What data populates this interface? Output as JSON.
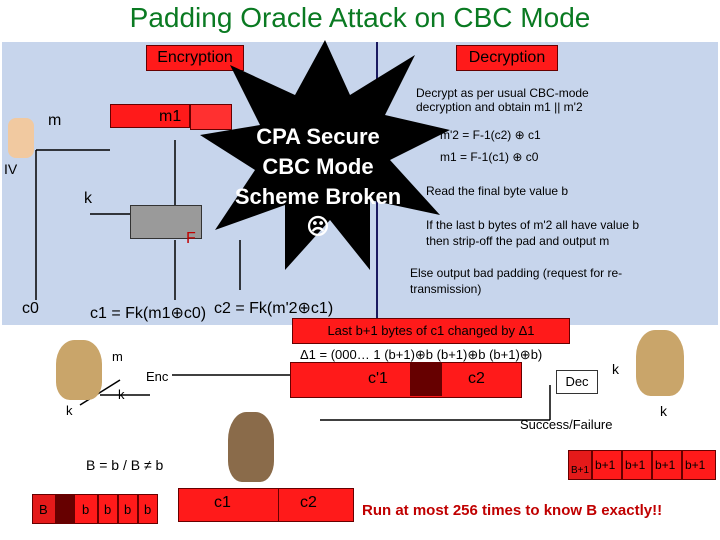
{
  "title": "Padding Oracle Attack on CBC Mode",
  "encryption_label": "Encryption",
  "decryption_label": "Decryption",
  "enc": {
    "m": "m",
    "m1": "m1",
    "iv": "IV",
    "k": "k",
    "f": "F",
    "c0": "c0",
    "c1_eq": "c1 = Fk(m1⊕c0)",
    "c2_eq": "c2 = Fk(m'2⊕c1)"
  },
  "dec_lines": [
    "Decrypt as per usual CBC-mode",
    "decryption and obtain m1 || m'2",
    "m'2 = F-1(c2) ⊕ c1",
    "m1 = F-1(c1) ⊕ c0",
    "Read the final byte value b",
    "If the last b bytes of m'2 all have value b",
    "then strip-off the pad and output m",
    "Else output bad padding (request for re-",
    "transmission)"
  ],
  "cpa_lines": [
    "CPA Secure",
    "CBC Mode",
    "Scheme Broken",
    "☹"
  ],
  "attack": {
    "last_bytes_note": "Last b+1 bytes of c1 changed by Δ1",
    "delta_eq": "Δ1 = (000… 1 (b+1)⊕b (b+1)⊕b (b+1)⊕b)",
    "m": "m",
    "k_left": "k",
    "k_enc": "k",
    "enc_label": "Enc",
    "c1_prime": "c'1",
    "c2": "c2",
    "dec_label": "Dec",
    "k_dec": "k",
    "k_right": "k",
    "success": "Success/Failure"
  },
  "bottom": {
    "b_eq": "B = b / B ≠ b",
    "b_cells": [
      "B",
      "b",
      "b",
      "b",
      "b"
    ],
    "c1": "c1",
    "c2": "c2",
    "b1_cells": [
      "B+1",
      "b+1",
      "b+1",
      "b+1",
      "b+1"
    ],
    "run_note": "Run at most 256 times to know B exactly!!"
  },
  "colors": {
    "title": "#0a7a22",
    "panel": "#c7d5ec",
    "red": "#ff1a1a",
    "cpa_star": "#000000",
    "run_text": "#c00000"
  }
}
